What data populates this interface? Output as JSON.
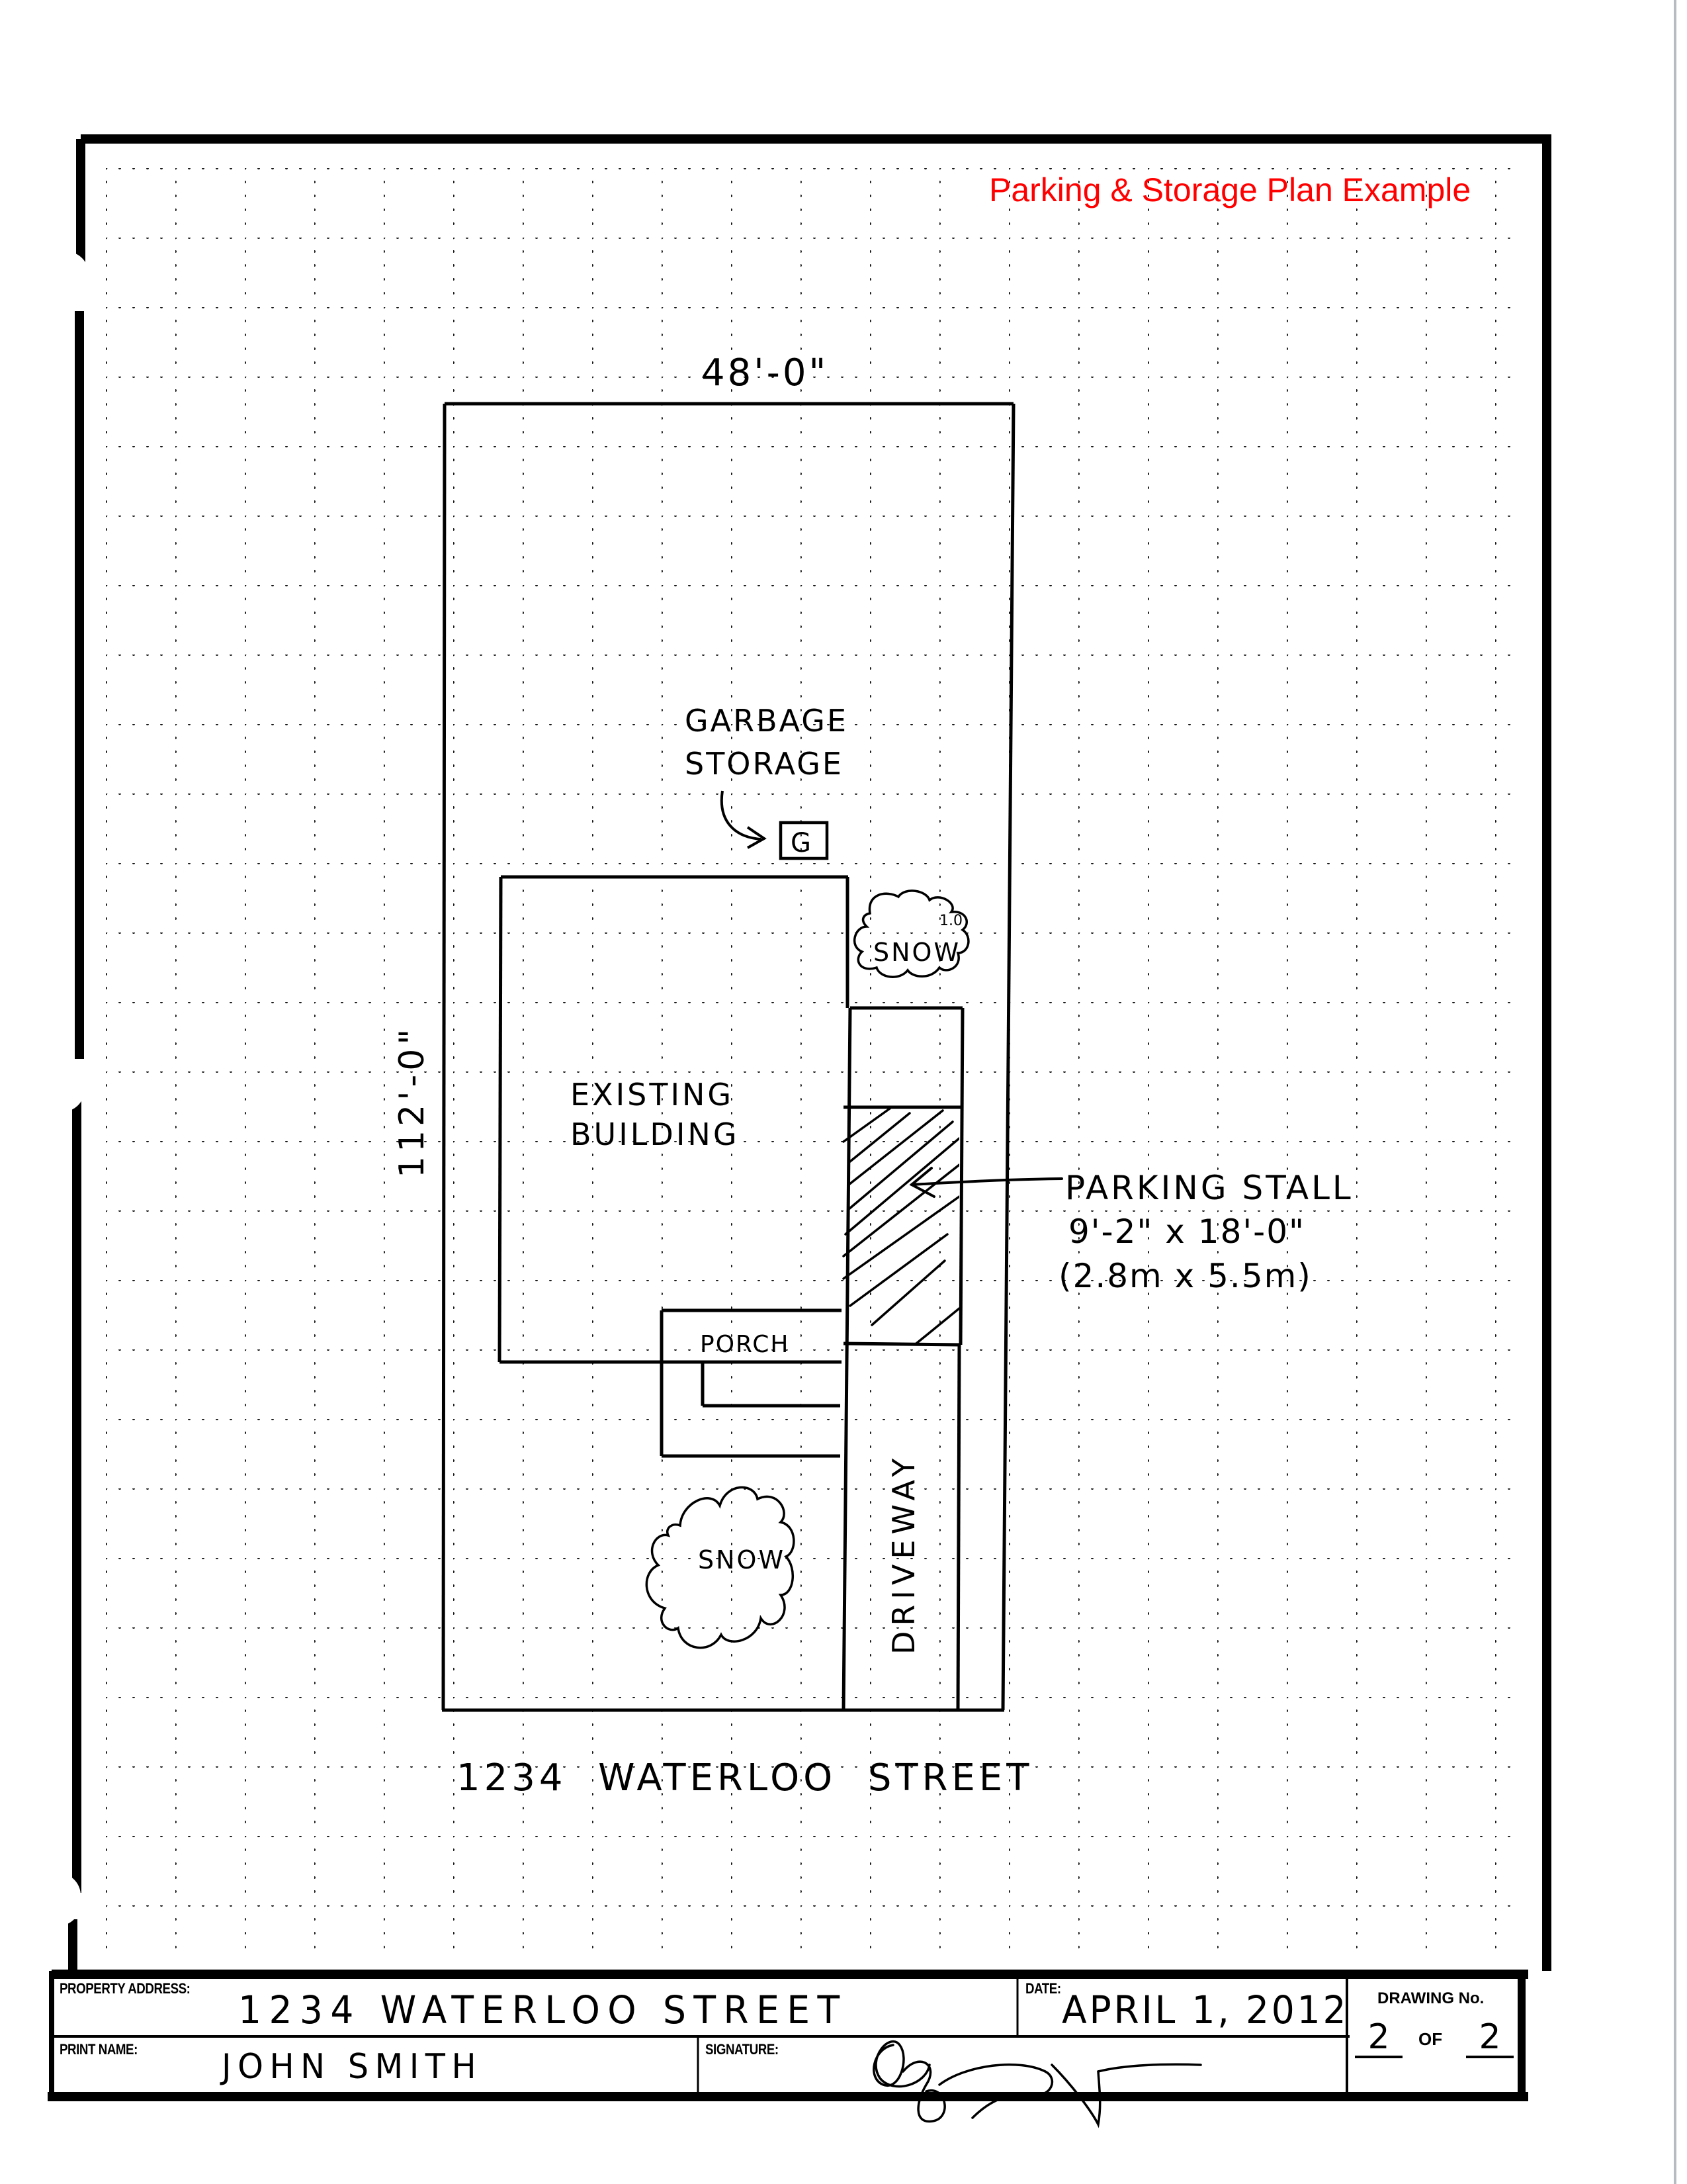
{
  "header": {
    "title": "Parking & Storage Plan Example",
    "title_color": "#ff0000"
  },
  "plan": {
    "lot_width_dim": "48'-0\"",
    "lot_depth_dim": "112'-0\"",
    "street_label": "1234  WATERLOO  STREET",
    "garbage_label_line1": "GARBAGE",
    "garbage_label_line2": "STORAGE",
    "garbage_symbol": "G",
    "building_label_line1": "EXISTING",
    "building_label_line2": "BUILDING",
    "porch_label": "PORCH",
    "snow_label_top": "SNOW",
    "snow_top_note": "1.0",
    "snow_label_bottom": "SNOW",
    "driveway_label": "DRIVEWAY",
    "parking_label_line1": "PARKING STALL",
    "parking_label_line2": "9'-2\"  x  18'-0\"",
    "parking_label_line3": "(2.8m  x  5.5m)"
  },
  "title_block": {
    "property_address_label": "PROPERTY ADDRESS:",
    "property_address_value": "1234 WATERLOO STREET",
    "date_label": "DATE:",
    "date_value": "APRIL 1, 2012",
    "print_name_label": "PRINT NAME:",
    "print_name_value": "JOHN SMITH",
    "signature_label": "SIGNATURE:",
    "drawing_no_label": "DRAWING  No.",
    "drawing_no_current": "2",
    "drawing_no_of": "OF",
    "drawing_no_total": "2"
  },
  "colors": {
    "ink": "#000000",
    "paper": "#ffffff",
    "grid_dot": "#1a1a1a"
  }
}
